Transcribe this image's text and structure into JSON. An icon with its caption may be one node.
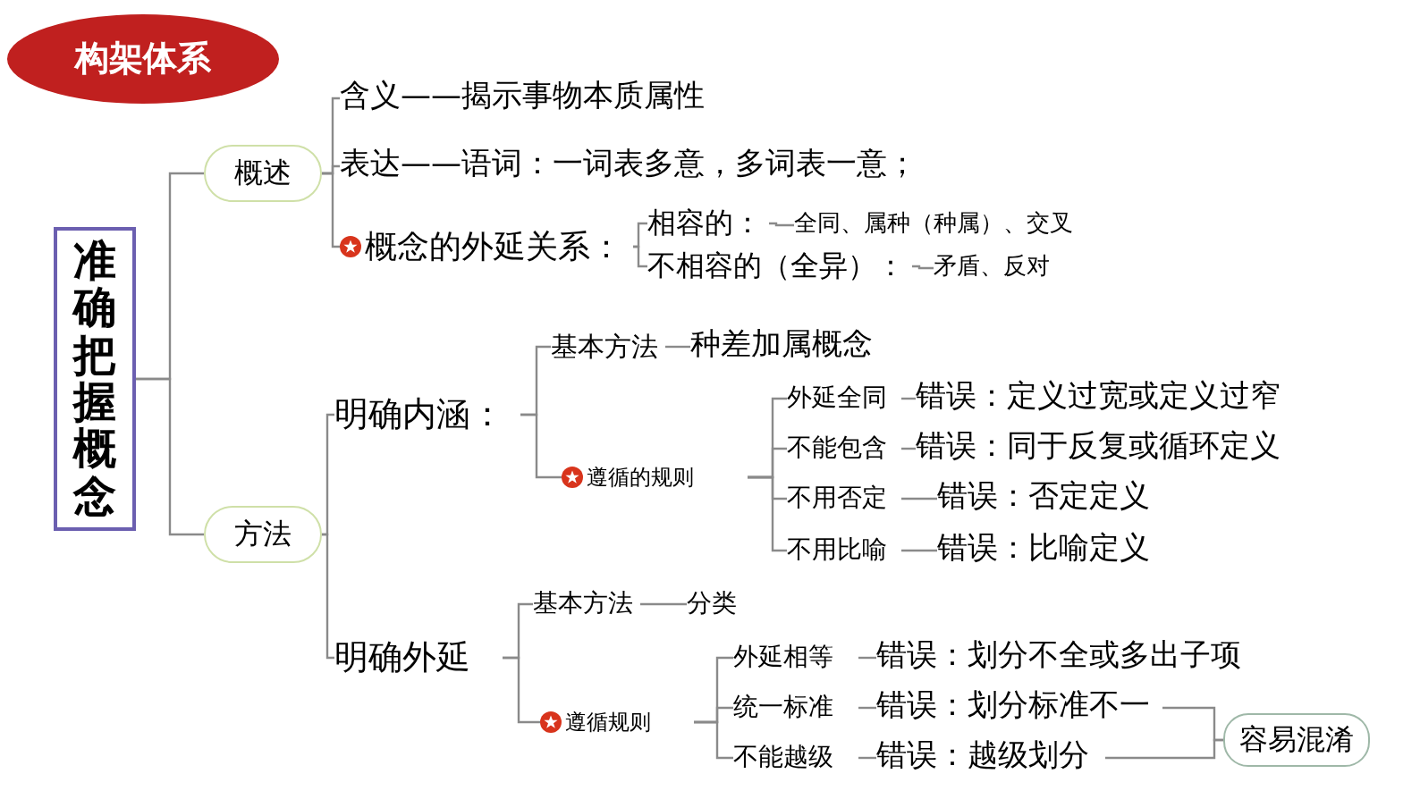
{
  "diagram": {
    "nodes": [
      {
        "text": [
          "构架体系"
        ]
      },
      {
        "text": [
          "准确把握概念"
        ]
      },
      {
        "text": [
          "概述"
        ]
      },
      {
        "text": [
          "方法"
        ]
      },
      {
        "text": [
          "含义——揭示事物本质属性"
        ]
      },
      {
        "text": [
          "表达——语词：一词表多意，多词表一意；"
        ]
      },
      {
        "text": [
          "概念的外延关系："
        ]
      },
      {
        "text": [
          "相容的："
        ]
      },
      {
        "text": [
          "全同、属种（种属）、交叉"
        ]
      },
      {
        "text": [
          "不相容的（全异）："
        ]
      },
      {
        "text": [
          "矛盾、反对"
        ]
      },
      {
        "text": [
          "明确内涵："
        ]
      },
      {
        "text": [
          "基本方法"
        ]
      },
      {
        "text": [
          "种差加属概念"
        ]
      },
      {
        "text": [
          "遵循的规则"
        ]
      },
      {
        "text": [
          "外延全同"
        ]
      },
      {
        "text": [
          "错误：定义过宽或定义过窄"
        ]
      },
      {
        "text": [
          "不能包含"
        ]
      },
      {
        "text": [
          "错误：同于反复或循环定义"
        ]
      },
      {
        "text": [
          "不用否定"
        ]
      },
      {
        "text": [
          "错误：否定定义"
        ]
      },
      {
        "text": [
          "不用比喻"
        ]
      },
      {
        "text": [
          "错误：比喻定义"
        ]
      },
      {
        "text": [
          "明确外延"
        ]
      },
      {
        "text": [
          "基本方法"
        ]
      },
      {
        "text": [
          "分类"
        ]
      },
      {
        "text": [
          "遵循规则"
        ]
      },
      {
        "text": [
          "外延相等"
        ]
      },
      {
        "text": [
          "错误：划分不全或多出子项"
        ]
      },
      {
        "text": [
          "统一标准"
        ]
      },
      {
        "text": [
          "错误：划分标准不一"
        ]
      },
      {
        "text": [
          "不能越级"
        ]
      },
      {
        "text": [
          "错误：越级划分"
        ]
      },
      {
        "text": [
          "容易混淆"
        ]
      }
    ],
    "edges": [
      {
        "from": 1,
        "to": 2,
        "arrow": "none"
      },
      {
        "from": 1,
        "to": 3,
        "arrow": "none"
      },
      {
        "from": 2,
        "to": 4,
        "arrow": "none"
      },
      {
        "from": 2,
        "to": 5,
        "arrow": "none"
      },
      {
        "from": 2,
        "to": 6,
        "arrow": "none"
      },
      {
        "from": 6,
        "to": 7,
        "arrow": "none"
      },
      {
        "from": 6,
        "to": 9,
        "arrow": "none"
      },
      {
        "from": 7,
        "to": 8,
        "arrow": "none"
      },
      {
        "from": 9,
        "to": 10,
        "arrow": "none"
      },
      {
        "from": 3,
        "to": 11,
        "arrow": "none"
      },
      {
        "from": 3,
        "to": 23,
        "arrow": "none"
      },
      {
        "from": 11,
        "to": 12,
        "arrow": "none"
      },
      {
        "from": 11,
        "to": 14,
        "arrow": "none"
      },
      {
        "from": 12,
        "to": 13,
        "arrow": "none"
      },
      {
        "from": 14,
        "to": 15,
        "arrow": "none"
      },
      {
        "from": 14,
        "to": 17,
        "arrow": "none"
      },
      {
        "from": 14,
        "to": 19,
        "arrow": "none"
      },
      {
        "from": 14,
        "to": 21,
        "arrow": "none"
      },
      {
        "from": 15,
        "to": 16,
        "arrow": "none"
      },
      {
        "from": 17,
        "to": 18,
        "arrow": "none"
      },
      {
        "from": 19,
        "to": 20,
        "arrow": "none"
      },
      {
        "from": 21,
        "to": 22,
        "arrow": "none"
      },
      {
        "from": 23,
        "to": 24,
        "arrow": "none"
      },
      {
        "from": 23,
        "to": 26,
        "arrow": "none"
      },
      {
        "from": 24,
        "to": 25,
        "arrow": "none"
      },
      {
        "from": 26,
        "to": 27,
        "arrow": "none"
      },
      {
        "from": 26,
        "to": 29,
        "arrow": "none"
      },
      {
        "from": 26,
        "to": 31,
        "arrow": "none"
      },
      {
        "from": 27,
        "to": 28,
        "arrow": "none"
      },
      {
        "from": 29,
        "to": 30,
        "arrow": "none"
      },
      {
        "from": 31,
        "to": 32,
        "arrow": "none"
      },
      {
        "from": 30,
        "to": 33,
        "arrow": "none"
      },
      {
        "from": 32,
        "to": 33,
        "arrow": "none"
      }
    ]
  }
}
